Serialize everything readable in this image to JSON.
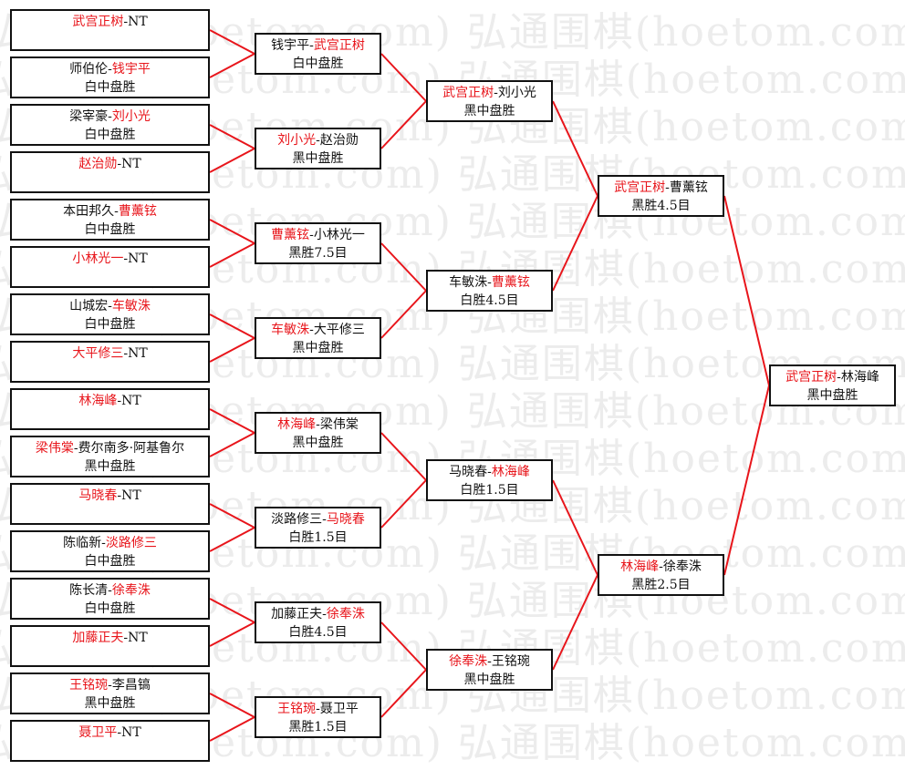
{
  "watermark": "弘通围棋(hoetom.com)",
  "colors": {
    "winner": "#e8151b",
    "line": "#e8151b",
    "border": "#111111"
  },
  "rounds": [
    [
      {
        "p1": "武宫正树",
        "p2": "NT",
        "winner": 1,
        "result": ""
      },
      {
        "p1": "师伯伦",
        "p2": "钱宇平",
        "winner": 2,
        "result": "白中盘胜"
      },
      {
        "p1": "梁宰豪",
        "p2": "刘小光",
        "winner": 2,
        "result": "白中盘胜"
      },
      {
        "p1": "赵治勋",
        "p2": "NT",
        "winner": 1,
        "result": ""
      },
      {
        "p1": "本田邦久",
        "p2": "曹薰铉",
        "winner": 2,
        "result": "白中盘胜"
      },
      {
        "p1": "小林光一",
        "p2": "NT",
        "winner": 1,
        "result": ""
      },
      {
        "p1": "山城宏",
        "p2": "车敏洙",
        "winner": 2,
        "result": "白中盘胜"
      },
      {
        "p1": "大平修三",
        "p2": "NT",
        "winner": 1,
        "result": ""
      },
      {
        "p1": "林海峰",
        "p2": "NT",
        "winner": 1,
        "result": ""
      },
      {
        "p1": "梁伟棠",
        "p2": "费尔南多·阿基鲁尔",
        "winner": 1,
        "result": "黑中盘胜"
      },
      {
        "p1": "马晓春",
        "p2": "NT",
        "winner": 1,
        "result": ""
      },
      {
        "p1": "陈临新",
        "p2": "淡路修三",
        "winner": 2,
        "result": "白中盘胜"
      },
      {
        "p1": "陈长清",
        "p2": "徐奉洙",
        "winner": 2,
        "result": "白中盘胜"
      },
      {
        "p1": "加藤正夫",
        "p2": "NT",
        "winner": 1,
        "result": ""
      },
      {
        "p1": "王铭琬",
        "p2": "李昌镐",
        "winner": 1,
        "result": "黑中盘胜"
      },
      {
        "p1": "聂卫平",
        "p2": "NT",
        "winner": 1,
        "result": ""
      }
    ],
    [
      {
        "p1": "钱宇平",
        "p2": "武宫正树",
        "winner": 2,
        "result": "白中盘胜"
      },
      {
        "p1": "刘小光",
        "p2": "赵治勋",
        "winner": 1,
        "result": "黑中盘胜"
      },
      {
        "p1": "曹薰铉",
        "p2": "小林光一",
        "winner": 1,
        "result": "黑胜7.5目"
      },
      {
        "p1": "车敏洙",
        "p2": "大平修三",
        "winner": 1,
        "result": "黑中盘胜"
      },
      {
        "p1": "林海峰",
        "p2": "梁伟棠",
        "winner": 1,
        "result": "黑中盘胜"
      },
      {
        "p1": "淡路修三",
        "p2": "马晓春",
        "winner": 2,
        "result": "白胜1.5目"
      },
      {
        "p1": "加藤正夫",
        "p2": "徐奉洙",
        "winner": 2,
        "result": "白胜4.5目"
      },
      {
        "p1": "王铭琬",
        "p2": "聂卫平",
        "winner": 1,
        "result": "黑胜1.5目"
      }
    ],
    [
      {
        "p1": "武宫正树",
        "p2": "刘小光",
        "winner": 1,
        "result": "黑中盘胜"
      },
      {
        "p1": "车敏洙",
        "p2": "曹薰铉",
        "winner": 2,
        "result": "白胜4.5目"
      },
      {
        "p1": "马晓春",
        "p2": "林海峰",
        "winner": 2,
        "result": "白胜1.5目"
      },
      {
        "p1": "徐奉洙",
        "p2": "王铭琬",
        "winner": 1,
        "result": "黑中盘胜"
      }
    ],
    [
      {
        "p1": "武宫正树",
        "p2": "曹薰铉",
        "winner": 1,
        "result": "黑胜4.5目"
      },
      {
        "p1": "林海峰",
        "p2": "徐奉洙",
        "winner": 1,
        "result": "黑胜2.5目"
      }
    ],
    [
      {
        "p1": "武宫正树",
        "p2": "林海峰",
        "winner": 1,
        "result": "黑中盘胜"
      }
    ]
  ]
}
